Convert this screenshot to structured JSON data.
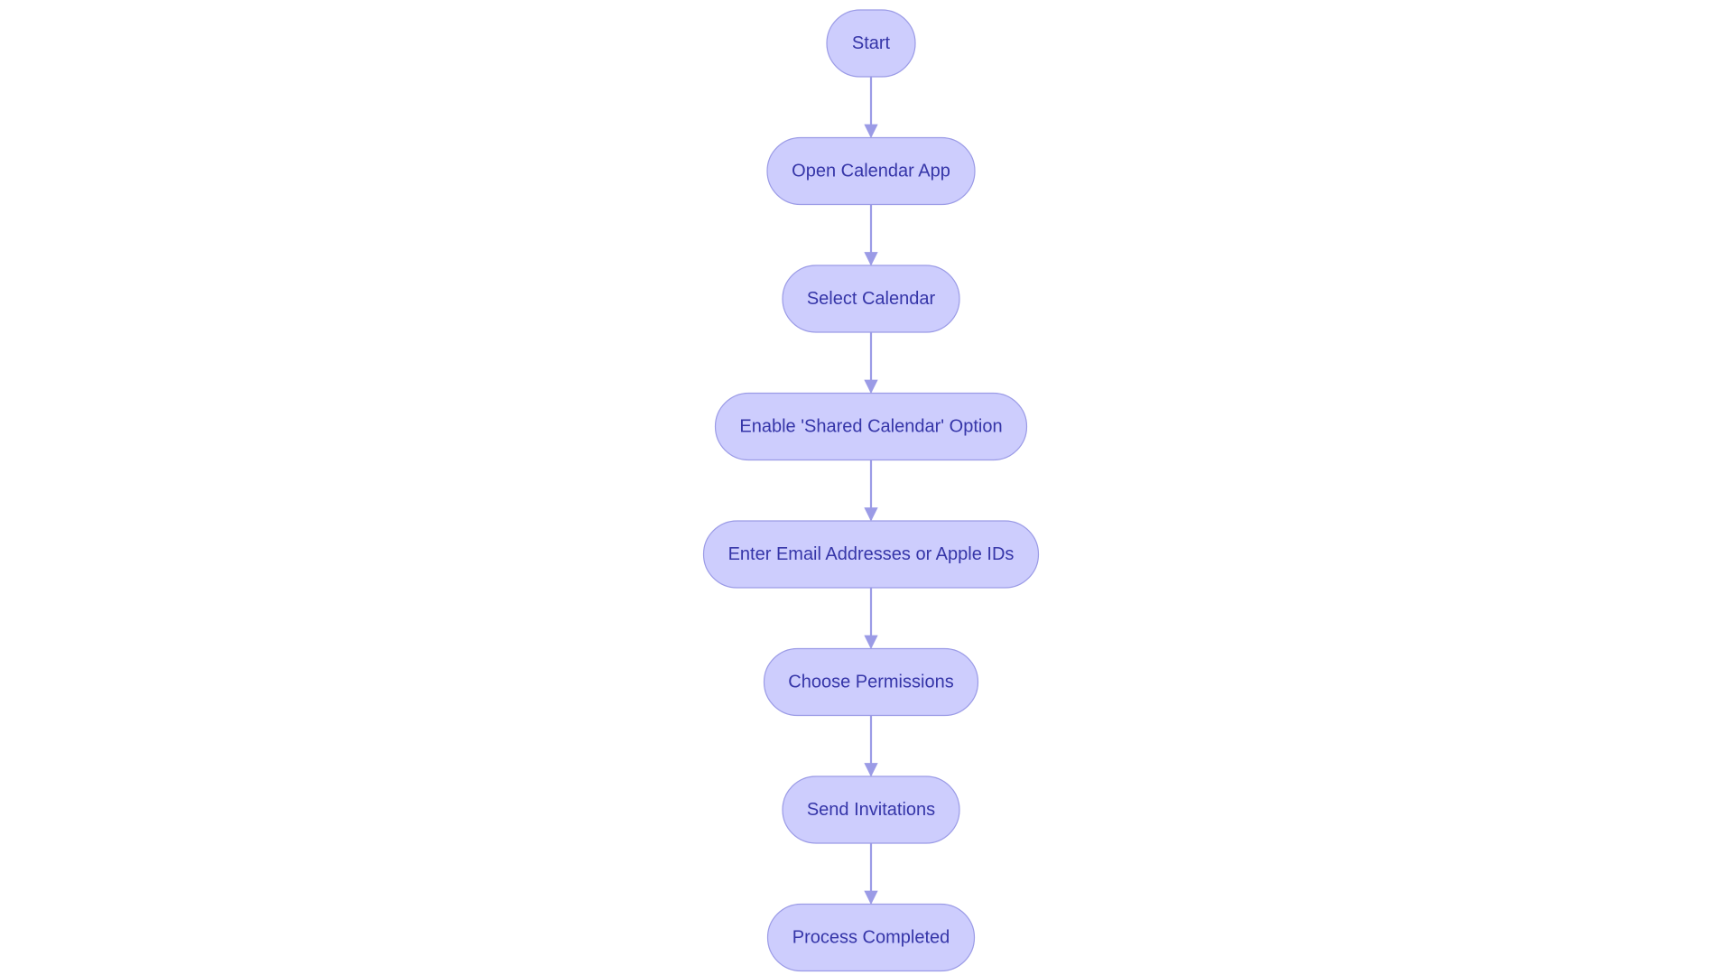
{
  "colors": {
    "node_fill": "#cdcdfd",
    "node_stroke": "#9b9be6",
    "node_text": "#3535a8",
    "edge": "#9b9be6",
    "background": "#ffffff"
  },
  "flowchart": {
    "direction": "top-to-bottom",
    "node_shape": "pill",
    "nodes": [
      {
        "id": "start",
        "label": "Start"
      },
      {
        "id": "open-calendar-app",
        "label": "Open Calendar App"
      },
      {
        "id": "select-calendar",
        "label": "Select Calendar"
      },
      {
        "id": "enable-shared-calendar-option",
        "label": "Enable 'Shared Calendar' Option"
      },
      {
        "id": "enter-email-addresses",
        "label": "Enter Email Addresses or Apple IDs"
      },
      {
        "id": "choose-permissions",
        "label": "Choose Permissions"
      },
      {
        "id": "send-invitations",
        "label": "Send Invitations"
      },
      {
        "id": "process-completed",
        "label": "Process Completed"
      }
    ],
    "edges": [
      {
        "from": "start",
        "to": "open-calendar-app"
      },
      {
        "from": "open-calendar-app",
        "to": "select-calendar"
      },
      {
        "from": "select-calendar",
        "to": "enable-shared-calendar-option"
      },
      {
        "from": "enable-shared-calendar-option",
        "to": "enter-email-addresses"
      },
      {
        "from": "enter-email-addresses",
        "to": "choose-permissions"
      },
      {
        "from": "choose-permissions",
        "to": "send-invitations"
      },
      {
        "from": "send-invitations",
        "to": "process-completed"
      }
    ]
  }
}
